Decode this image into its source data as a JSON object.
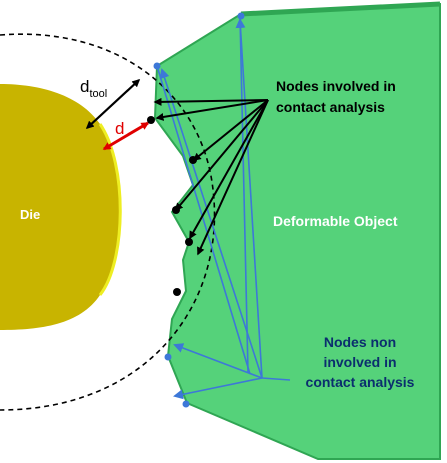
{
  "labels": {
    "die": "Die",
    "deformable_object": "Deformable Object",
    "involved": {
      "line1": "Nodes involved in",
      "line2": "contact analysis"
    },
    "non_involved": {
      "line1": "Nodes non",
      "line2": "involved in",
      "line3": "contact analysis"
    },
    "d_tool": "d",
    "d_tool_subscript": "tool",
    "d": "d"
  },
  "colors": {
    "die_fill": "#c8b400",
    "die_edge": "#eeee22",
    "object_fill": "#55d27a",
    "object_edge": "#2fa653",
    "involved_text": "#000000",
    "non_involved_text": "#0b2e6e",
    "black_arrow": "#000000",
    "blue_arrow": "#3d78d8",
    "red_arrow": "#e00000",
    "white_text": "#ffffff"
  }
}
